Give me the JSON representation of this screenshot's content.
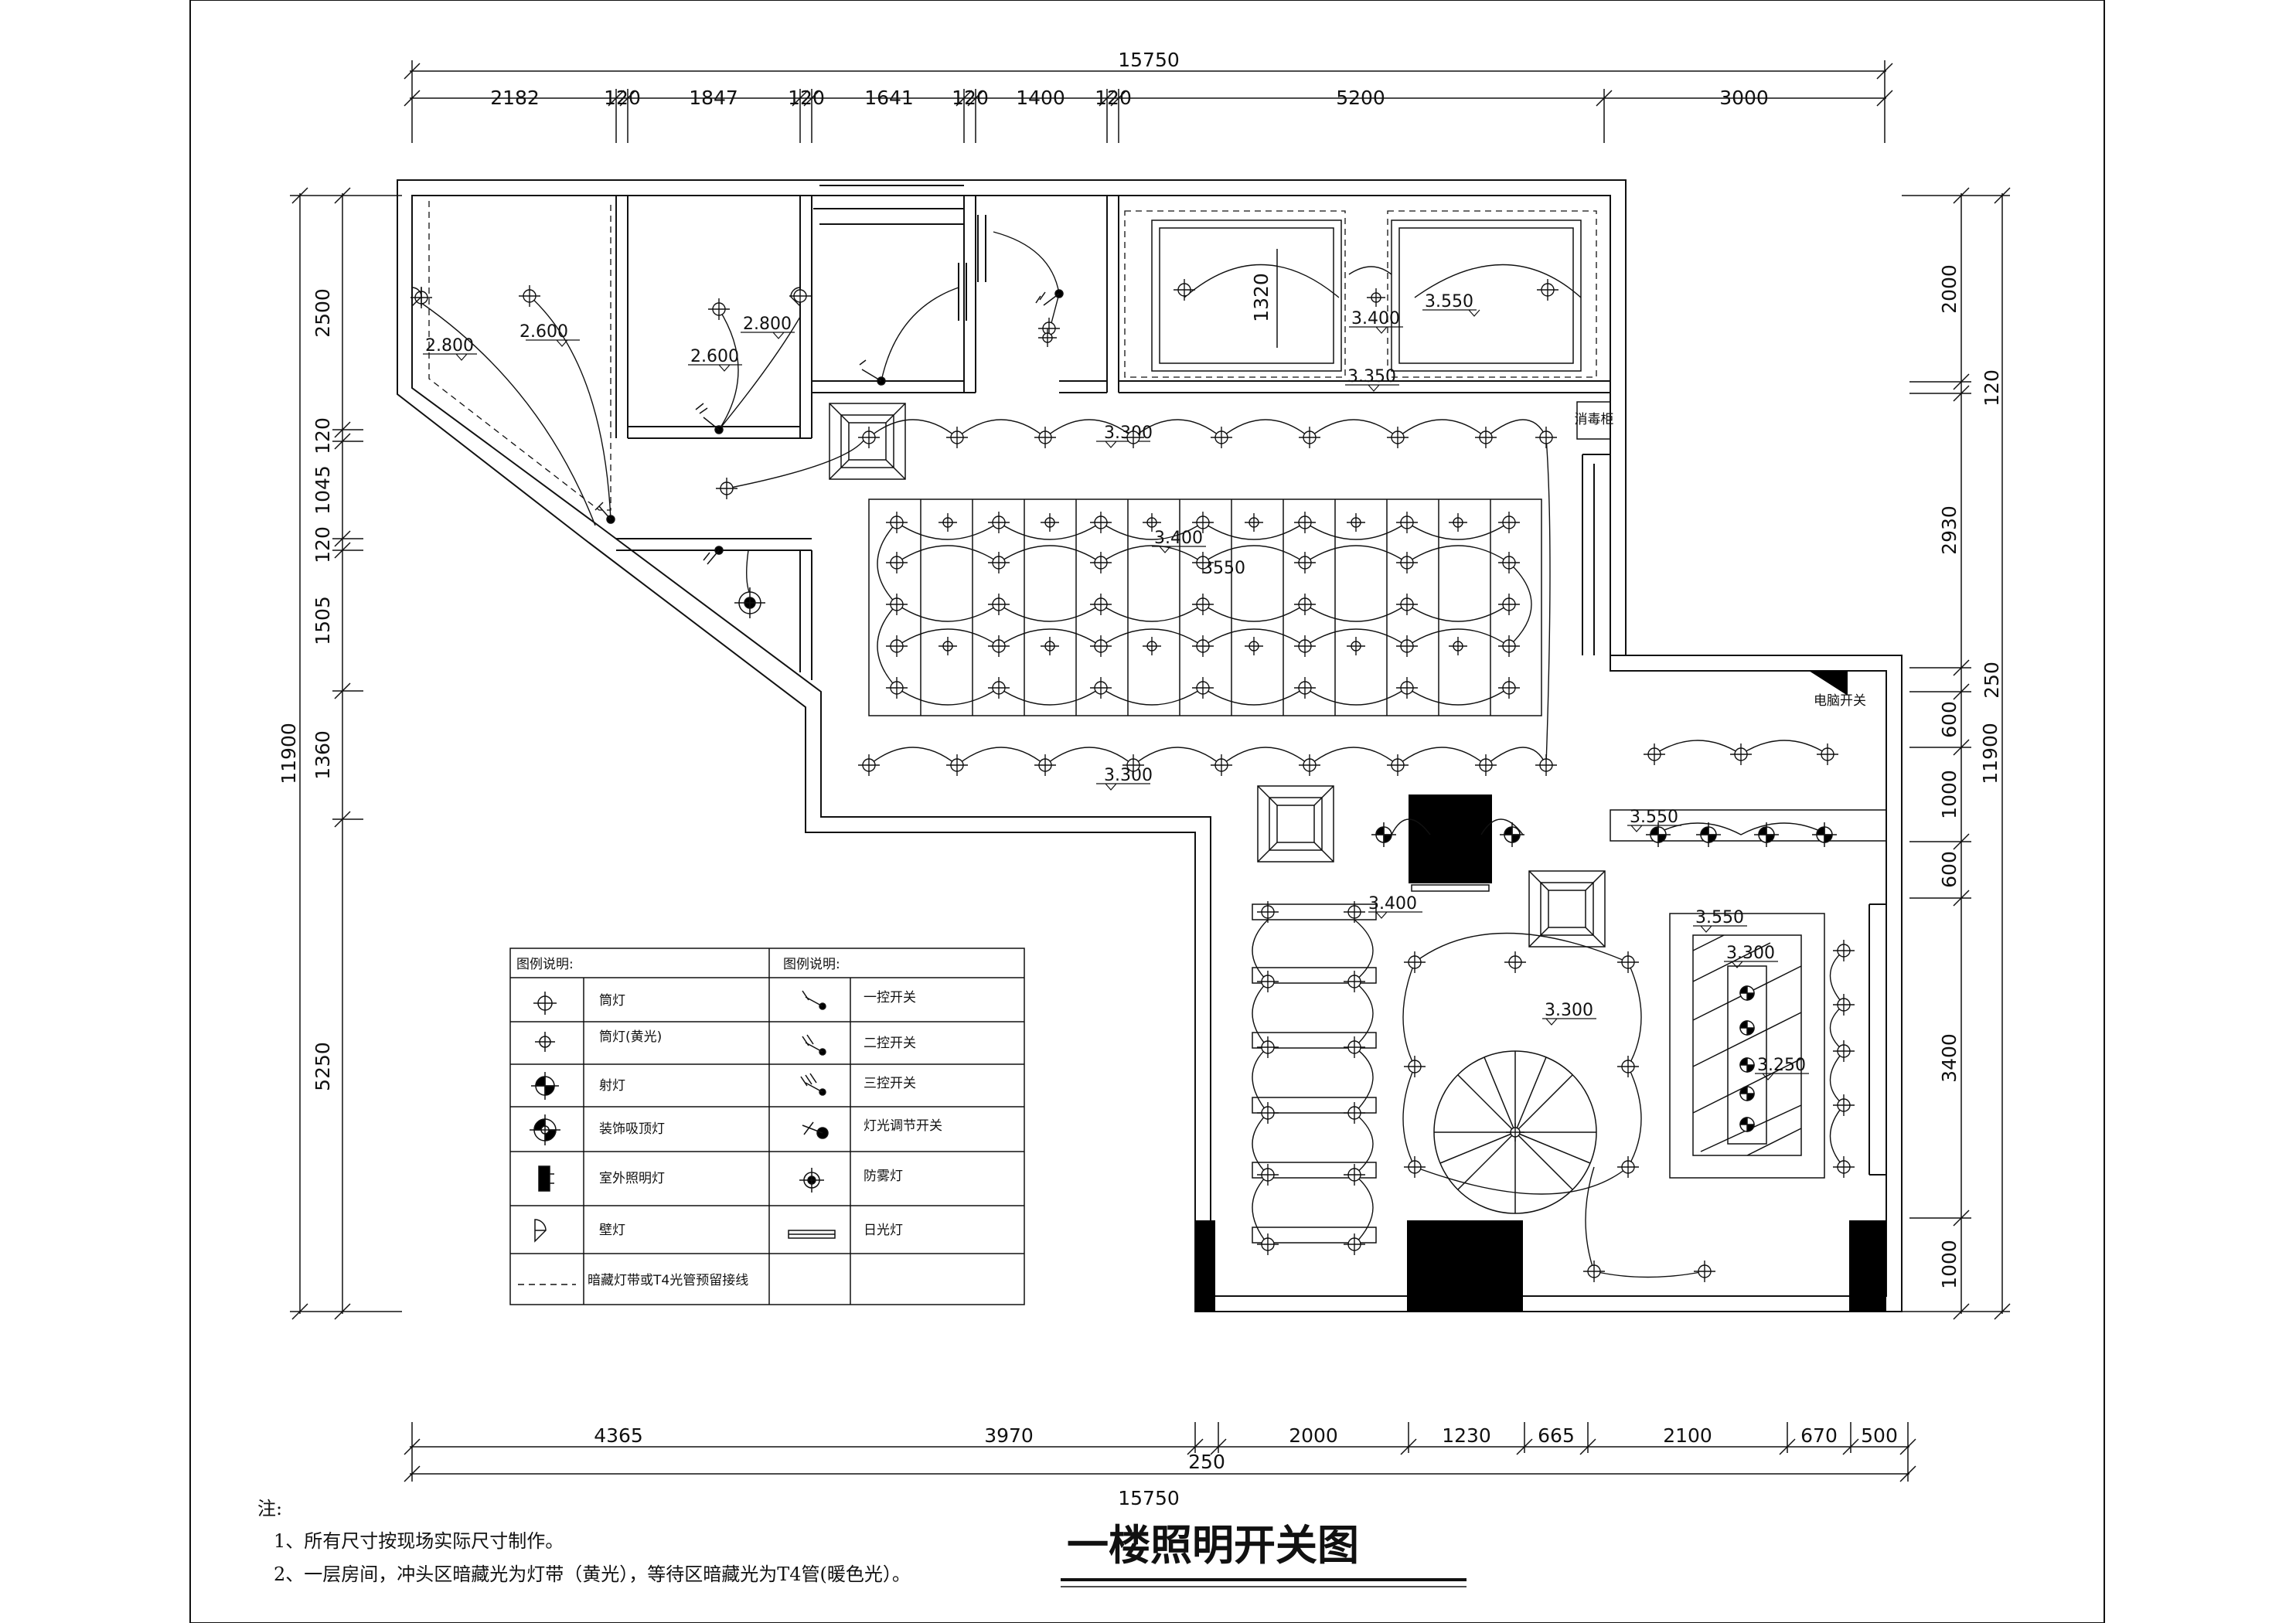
{
  "title": "一楼照明开关图",
  "notes": {
    "heading": "注:",
    "items": [
      "1、所有尺寸按现场实际尺寸制作。",
      "2、一层房间，冲头区暗藏光为灯带（黄光），等待区暗藏光为T4管(暖色光）。"
    ]
  },
  "dimensions": {
    "top_total": "15750",
    "top_segments": [
      "2182",
      "120",
      "1847",
      "120",
      "1641",
      "120",
      "1400",
      "120",
      "5200",
      "3000"
    ],
    "bottom_total": "15750",
    "bottom_segments": [
      "4365",
      "3970",
      "250",
      "2000",
      "1230",
      "665",
      "2100",
      "670",
      "500"
    ],
    "left_total": "11900",
    "left_segments": [
      "2500",
      "120",
      "1045",
      "120",
      "1505",
      "1360",
      "5250"
    ],
    "right_total": "11900",
    "right_segments": [
      "2000",
      "120",
      "2930",
      "250",
      "600",
      "1000",
      "600",
      "3400",
      "1000"
    ],
    "room_1320": "1320",
    "hall_3550": "3550"
  },
  "ceiling_levels": {
    "l2800a": "2.800",
    "l2600a": "2.600",
    "l2800b": "2.800",
    "l2600b": "2.600",
    "l3400a": "3.400",
    "l3550a": "3.550",
    "l3350": "3.350",
    "l3300a": "3.300",
    "l3400b": "3.400",
    "l3300b": "3.300",
    "l3550b": "3.550",
    "l3400c": "3.400",
    "l3300c": "3.300",
    "l3550c": "3.550",
    "l3300d": "3.300",
    "l3250": "3.250"
  },
  "labels": {
    "disinfect_cabinet": "消毒柜",
    "main_switch": "电脑开关"
  },
  "legend": {
    "header_left": "图例说明:",
    "header_right": "图例说明:",
    "left": [
      "筒灯",
      "筒灯(黄光)",
      "射灯",
      "装饰吸顶灯",
      "室外照明灯",
      "壁灯"
    ],
    "right": [
      "一控开关",
      "二控开关",
      "三控开关",
      "灯光调节开关",
      "防雾灯",
      "日光灯"
    ],
    "footer": "暗藏灯带或T4光管预留接线"
  },
  "colors": {
    "line": "#111111",
    "fill": "#000000",
    "background": "#ffffff"
  }
}
